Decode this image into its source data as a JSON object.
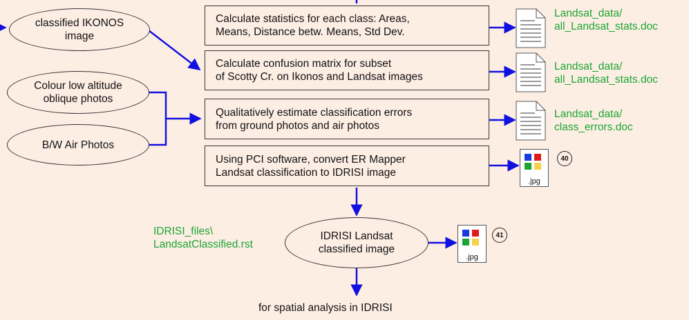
{
  "ellipses": {
    "ikonos": "classified IKONOS\nimage",
    "colour_photos": "Colour low altitude\noblique photos",
    "bw_photos": "B/W Air Photos",
    "idrisi": "IDRISI Landsat\nclassified image"
  },
  "boxes": {
    "stats": "Calculate statistics for each class: Areas,\nMeans, Distance betw. Means, Std Dev.",
    "confusion": "Calculate confusion matrix for subset\nof Scotty Cr. on Ikonos and Landsat images",
    "errors": "Qualitatively estimate classification errors\nfrom ground photos and air photos",
    "convert": "Using PCI software, convert ER Mapper\nLandsat classification to IDRISI image"
  },
  "outputs": {
    "stats_file": "Landsat_data/\nall_Landsat_stats.doc",
    "confusion_file": "Landsat_data/\nall_Landsat_stats.doc",
    "errors_file": "Landsat_data/\nclass_errors.doc",
    "idrisi_file": "IDRISI_files\\\nLandsatClassified.rst"
  },
  "images": {
    "jpg_label_40": ".jpg",
    "jpg_label_41": ".jpg",
    "badge_40": "40",
    "badge_41": "41"
  },
  "footer": "for spatial analysis in IDRISI",
  "colors": {
    "arrow": "#1010e0",
    "file_text": "#1aa533",
    "background": "#fdeee4"
  }
}
